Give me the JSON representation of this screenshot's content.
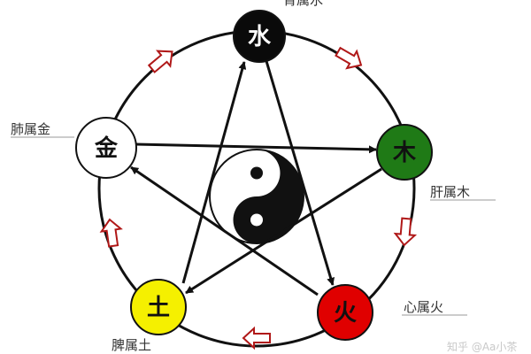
{
  "elements": {
    "water": {
      "char": "水",
      "organ": "肾属水",
      "fill": "#0a0a0a",
      "text_color": "#ffffff"
    },
    "wood": {
      "char": "木",
      "organ": "肝属木",
      "fill": "#1f7a16",
      "text_color": "#111111"
    },
    "fire": {
      "char": "火",
      "organ": "心属火",
      "fill": "#e00000",
      "text_color": "#111111"
    },
    "earth": {
      "char": "土",
      "organ": "脾属土",
      "fill": "#f5f000",
      "text_color": "#111111"
    },
    "metal": {
      "char": "金",
      "organ": "肺属金",
      "fill": "#ffffff",
      "text_color": "#111111"
    }
  },
  "colors": {
    "outline": "#111111",
    "cycle_arrow": "#b01818"
  },
  "watermark": "知乎 @Aa小茶"
}
